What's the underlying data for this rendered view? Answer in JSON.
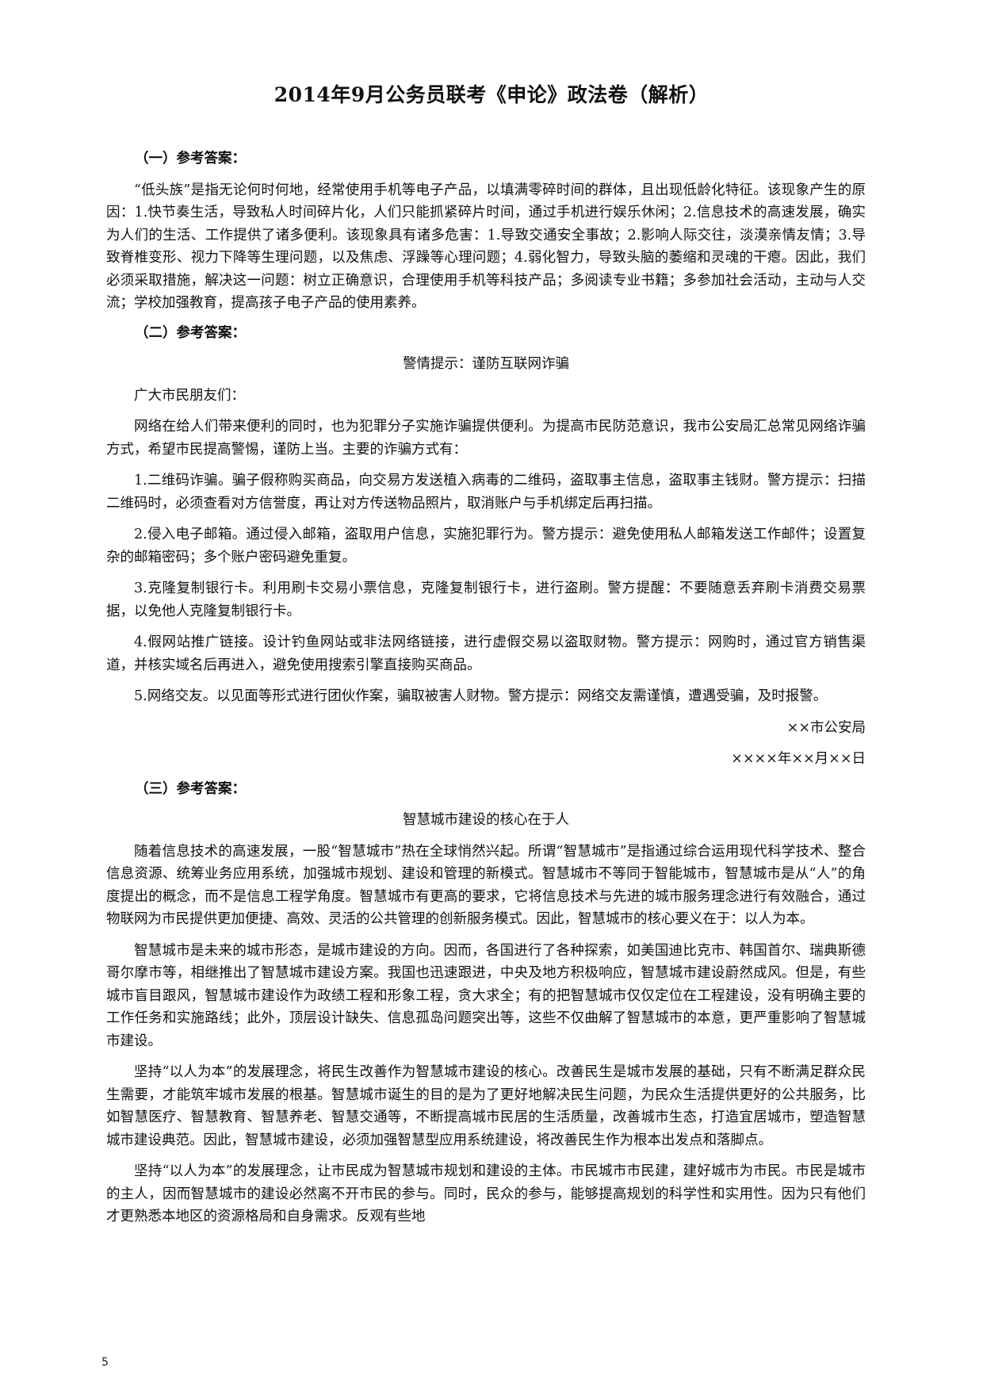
{
  "title": "2014年9月公务员联考《申论》政法卷（解析）",
  "section1": {
    "heading": "（一）参考答案：",
    "paragraph": "“低头族”是指无论何时何地，经常使用手机等电子产品，以填满零碎时间的群体，且出现低龄化特征。该现象产生的原因：1.快节奏生活，导致私人时间碎片化，人们只能抓紧碎片时间，通过手机进行娱乐休闲；2.信息技术的高速发展，确实为人们的生活、工作提供了诸多便利。该现象具有诸多危害：1.导致交通安全事故；2.影响人际交往，淡漠亲情友情；3.导致脊椎变形、视力下降等生理问题，以及焦虑、浮躁等心理问题；4.弱化智力，导致头脑的萎缩和灵魂的干瘪。因此，我们必须采取措施，解决这一问题：树立正确意识，合理使用手机等科技产品；多阅读专业书籍；多参加社会活动，主动与人交流；学校加强教育，提高孩子电子产品的使用素养。"
  },
  "section2": {
    "heading": "（二）参考答案：",
    "notice_title": "警情提示：谨防互联网诈骗",
    "salutation": "广大市民朋友们：",
    "intro": "网络在给人们带来便利的同时，也为犯罪分子实施诈骗提供便利。为提高市民防范意识，我市公安局汇总常见网络诈骗方式，希望市民提高警惕，谨防上当。主要的诈骗方式有：",
    "items": [
      "1.二维码诈骗。骗子假称购买商品，向交易方发送植入病毒的二维码，盗取事主信息，盗取事主钱财。警方提示：扫描二维码时，必须查看对方信誉度，再让对方传送物品照片，取消账户与手机绑定后再扫描。",
      "2.侵入电子邮箱。通过侵入邮箱，盗取用户信息，实施犯罪行为。警方提示：避免使用私人邮箱发送工作邮件；设置复杂的邮箱密码；多个账户密码避免重复。",
      "3.克隆复制银行卡。利用刷卡交易小票信息，克隆复制银行卡，进行盗刷。警方提醒：不要随意丢弃刷卡消费交易票据，以免他人克隆复制银行卡。",
      "4.假网站推广链接。设计钓鱼网站或非法网络链接，进行虚假交易以盗取财物。警方提示：网购时，通过官方销售渠道，并核实域名后再进入，避免使用搜索引擎直接购买商品。",
      "5.网络交友。以见面等形式进行团伙作案，骗取被害人财物。警方提示：网络交友需谨慎，遭遇受骗，及时报警。"
    ],
    "signature": "××市公安局",
    "date": "××××年××月××日"
  },
  "section3": {
    "heading": "（三）参考答案：",
    "essay_title": "智慧城市建设的核心在于人",
    "paragraphs": [
      "随着信息技术的高速发展，一股“智慧城市”热在全球悄然兴起。所谓“智慧城市”是指通过综合运用现代科学技术、整合信息资源、统筹业务应用系统，加强城市规划、建设和管理的新模式。智慧城市不等同于智能城市，智慧城市是从“人”的角度提出的概念，而不是信息工程学角度。智慧城市有更高的要求，它将信息技术与先进的城市服务理念进行有效融合，通过物联网为市民提供更加便捷、高效、灵活的公共管理的创新服务模式。因此，智慧城市的核心要义在于：以人为本。",
      "智慧城市是未来的城市形态，是城市建设的方向。因而，各国进行了各种探索，如美国迪比克市、韩国首尔、瑞典斯德哥尔摩市等，相继推出了智慧城市建设方案。我国也迅速跟进，中央及地方积极响应，智慧城市建设蔚然成风。但是，有些城市盲目跟风，智慧城市建设作为政绩工程和形象工程，贪大求全；有的把智慧城市仅仅定位在工程建设，没有明确主要的工作任务和实施路线；此外，顶层设计缺失、信息孤岛问题突出等，这些不仅曲解了智慧城市的本意，更严重影响了智慧城市建设。",
      "坚持“以人为本”的发展理念，将民生改善作为智慧城市建设的核心。改善民生是城市发展的基础，只有不断满足群众民生需要，才能筑牢城市发展的根基。智慧城市诞生的目的是为了更好地解决民生问题，为民众生活提供更好的公共服务，比如智慧医疗、智慧教育、智慧养老、智慧交通等，不断提高城市民居的生活质量，改善城市生态，打造宜居城市，塑造智慧城市建设典范。因此，智慧城市建设，必须加强智慧型应用系统建设，将改善民生作为根本出发点和落脚点。",
      "坚持“以人为本”的发展理念，让市民成为智慧城市规划和建设的主体。市民城市市民建，建好城市为市民。市民是城市的主人，因而智慧城市的建设必然离不开市民的参与。同时，民众的参与，能够提高规划的科学性和实用性。因为只有他们才更熟悉本地区的资源格局和自身需求。反观有些地"
    ]
  },
  "page_number": "5"
}
